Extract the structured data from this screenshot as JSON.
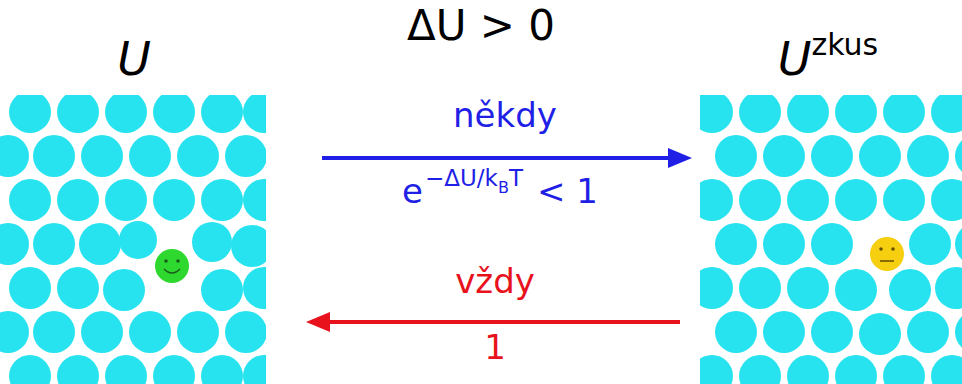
{
  "diagram": {
    "title": "ΔU > 0",
    "nodes": [
      {
        "text": [
          "U"
        ]
      },
      {
        "text": [
          "U",
          "zkus"
        ]
      }
    ],
    "edges": [
      {
        "from": 0,
        "to": 1,
        "arrow": "to",
        "label": "někdy"
      },
      {
        "from": 1,
        "to": 0,
        "arrow": "to",
        "label": "vždy"
      }
    ],
    "labels": [
      "e",
      "−ΔU/k",
      "B",
      "T",
      "< 1",
      "1"
    ]
  }
}
